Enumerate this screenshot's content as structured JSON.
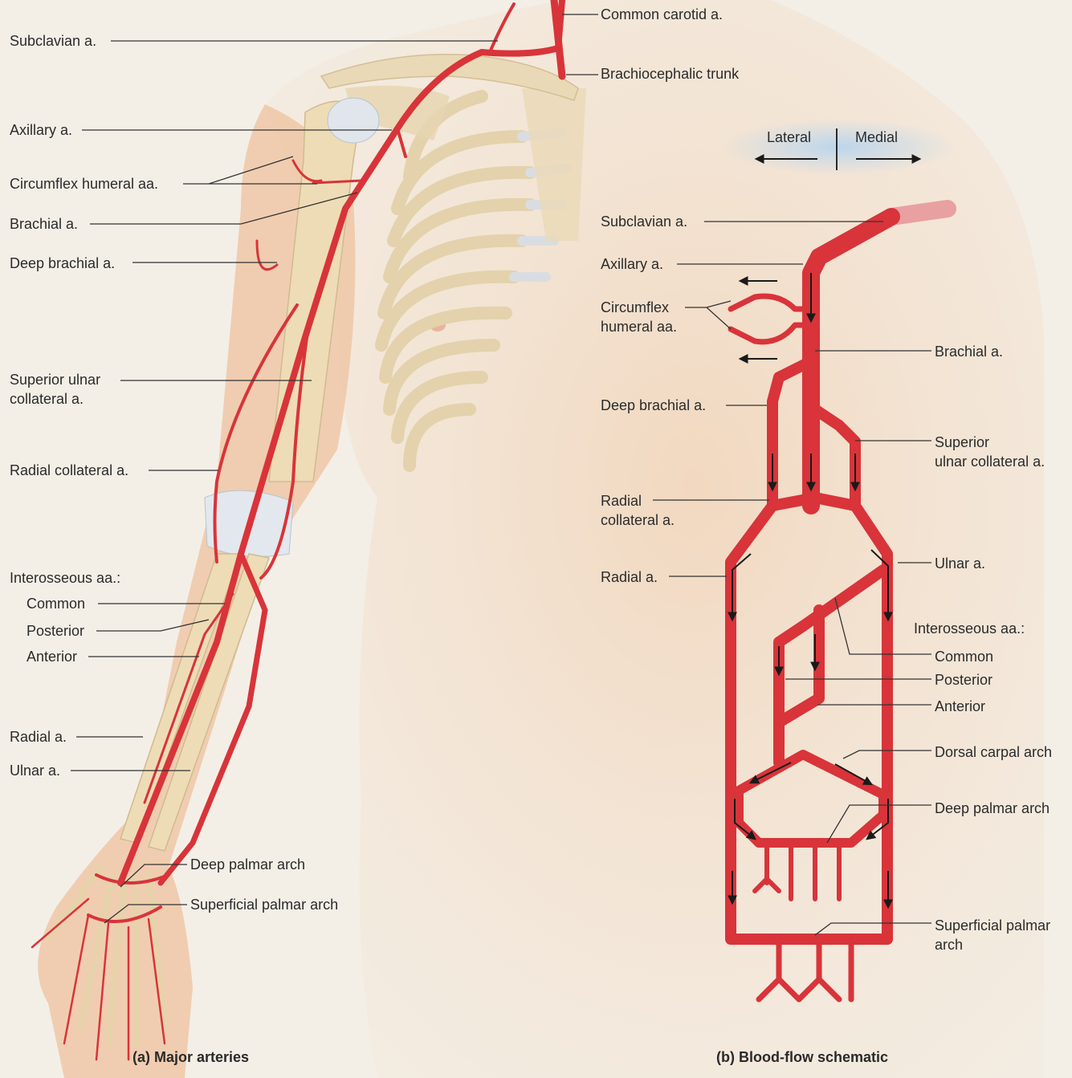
{
  "panel_a": {
    "caption": "(a) Major arteries",
    "labels": {
      "common_carotid": "Common carotid a.",
      "subclavian": "Subclavian a.",
      "brachiocephalic": "Brachiocephalic trunk",
      "axillary": "Axillary a.",
      "circumflex": "Circumflex humeral aa.",
      "brachial": "Brachial a.",
      "deep_brachial": "Deep brachial a.",
      "superior_ulnar": "Superior ulnar\ncollateral a.",
      "radial_collateral": "Radial collateral a.",
      "interosseous": "Interosseous aa.:",
      "common": "Common",
      "posterior": "Posterior",
      "anterior": "Anterior",
      "radial": "Radial a.",
      "ulnar": "Ulnar a.",
      "deep_palmar": "Deep palmar arch",
      "superficial_palmar": "Superficial palmar arch"
    }
  },
  "panel_b": {
    "caption": "(b) Blood-flow schematic",
    "direction": {
      "lateral": "Lateral",
      "medial": "Medial"
    },
    "labels": {
      "subclavian": "Subclavian a.",
      "axillary": "Axillary a.",
      "circumflex": "Circumflex\nhumeral aa.",
      "brachial": "Brachial a.",
      "deep_brachial": "Deep brachial a.",
      "superior_ulnar": "Superior\nulnar collateral a.",
      "radial_collateral": "Radial\ncollateral a.",
      "ulnar": "Ulnar a.",
      "radial": "Radial a.",
      "interosseous": "Interosseous aa.:",
      "common": "Common",
      "posterior": "Posterior",
      "anterior": "Anterior",
      "dorsal_carpal": "Dorsal carpal arch",
      "deep_palmar": "Deep palmar arch",
      "superficial_palmar": "Superficial palmar\narch"
    }
  },
  "colors": {
    "artery": "#d8343a",
    "skin": "#f0d0b4",
    "bone": "#ecdcb8",
    "background": "#f3efe7",
    "leader": "#333333"
  }
}
